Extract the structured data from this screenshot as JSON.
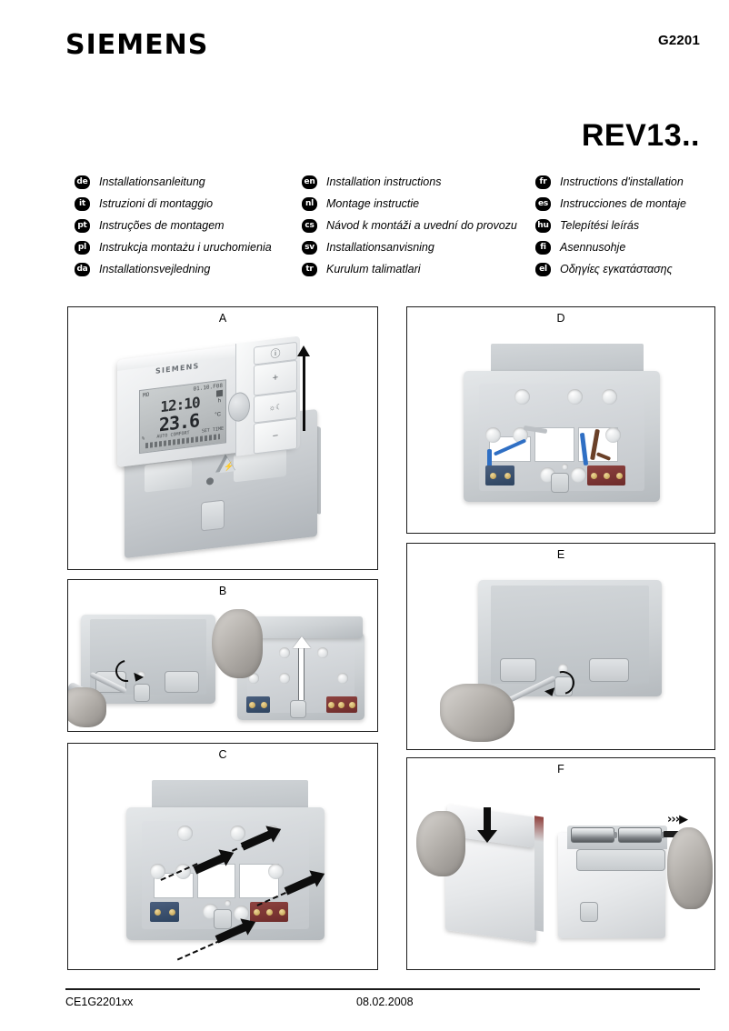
{
  "header": {
    "brand": "SIEMENS",
    "doc_number": "G2201",
    "model": "REV13.."
  },
  "languages": {
    "column1": [
      {
        "code": "de",
        "text": "Installationsanleitung"
      },
      {
        "code": "it",
        "text": "Istruzioni di montaggio"
      },
      {
        "code": "pt",
        "text": "Instruções de montagem"
      },
      {
        "code": "pl",
        "text": "Instrukcja montażu i uruchomienia"
      },
      {
        "code": "da",
        "text": "Installationsvejledning"
      }
    ],
    "column2": [
      {
        "code": "en",
        "text": "Installation instructions"
      },
      {
        "code": "nl",
        "text": "Montage instructie"
      },
      {
        "code": "cs",
        "text": "Návod k montáži a uvední do provozu"
      },
      {
        "code": "sv",
        "text": "Installationsanvisning"
      },
      {
        "code": "tr",
        "text": "Kurulum talimatlari"
      }
    ],
    "column3": [
      {
        "code": "fr",
        "text": "Instructions d'installation"
      },
      {
        "code": "es",
        "text": "Instrucciones de montaje"
      },
      {
        "code": "hu",
        "text": "Telepítési leírás"
      },
      {
        "code": "fi",
        "text": "Asennusohje"
      },
      {
        "code": "el",
        "text": "Οδηγίες εγκατάστασης"
      }
    ]
  },
  "figures": {
    "A": {
      "label": "A",
      "device_brand": "SIEMENS",
      "lcd": {
        "day": "MO",
        "date": "01.10.F08",
        "time": "12:10",
        "time_unit": "h",
        "temperature": "23.6",
        "temp_unit": "°C",
        "row_left": "%",
        "row_mid": "AUTO COMFORT",
        "row_right": "SET TIME"
      },
      "buttons": [
        {
          "name": "info-button",
          "glyph": "ⓘ"
        },
        {
          "name": "plus-button",
          "glyph": "+"
        },
        {
          "name": "mode-button",
          "glyph": "☼☾"
        },
        {
          "name": "minus-button",
          "glyph": "−"
        }
      ]
    },
    "B": {
      "label": "B"
    },
    "C": {
      "label": "C"
    },
    "D": {
      "label": "D"
    },
    "E": {
      "label": "E"
    },
    "F": {
      "label": "F",
      "pull_tab_marks": "›››▶"
    }
  },
  "footer": {
    "doc_code": "CE1G2201xx",
    "date": "08.02.2008"
  },
  "colors": {
    "ink": "#0d0d0d",
    "terminal_blue": "#2e4460",
    "terminal_red": "#6d2b2a",
    "wire_blue": "#2f6fc4",
    "wire_brown": "#6a4028"
  }
}
